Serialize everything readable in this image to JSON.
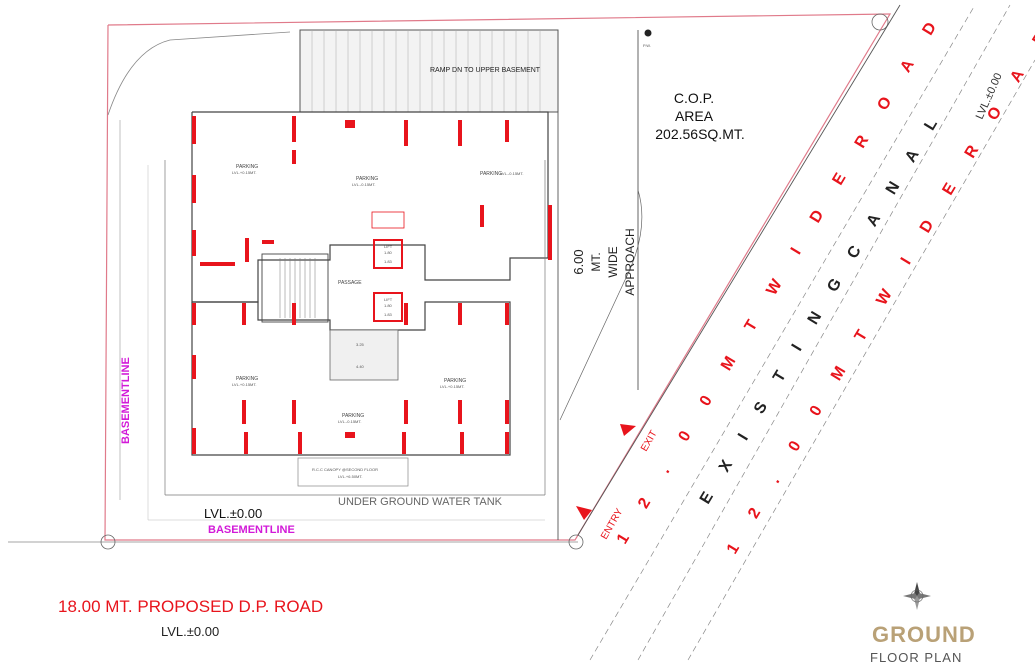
{
  "plan_labels": {
    "ramp": "RAMP DN TO UPPER BASEMENT",
    "cop_line1": "C.O.P.",
    "cop_line2": "AREA",
    "cop_line3": "202.56SQ.MT.",
    "pw": "P.W.",
    "lvl_top_right": "LVL.±0.00",
    "approach_width": "6.00",
    "approach_unit": "MT.",
    "approach_wide": "WIDE",
    "approach_word": "APPROACH",
    "road_upper": "1 2 . 0 0   M T   W I D E   R O A D",
    "road_lower": "1 2 . 0 0   M T   W I D E   R O A D",
    "canal": "E X I S T I N G   C A N A L",
    "exit": "EXIT",
    "entry": "ENTRY",
    "basement_line_vertical": "BASEMENTLINE",
    "basement_line_horizontal": "BASEMENTLINE",
    "lvl_bottom_left": "LVL.±0.00",
    "water_tank": "UNDER GROUND WATER TANK",
    "passage": "PASSAGE",
    "lift": "LIFT",
    "lift_size_a": "1.80",
    "lift_size_b": "1.83",
    "lift2_size_a": "1.80",
    "lift2_size_b": "1.83",
    "foyer_size_a": "3.25",
    "foyer_size_b": "4.40",
    "parking": "PARKING",
    "parking_lvl1": "LVL.+0.15MT.",
    "parking_lvl2": "LVL.-0.15MT.",
    "canopy_line1": "R.C.C CANOPY @SECOND FLOOR",
    "canopy_line2": "LVL.+6.50MT."
  },
  "footer": {
    "road_caption": "18.00 MT. PROPOSED  D.P. ROAD",
    "road_lvl": "LVL.±0.00",
    "title": "GROUND",
    "subtitle": "FLOOR PLAN"
  },
  "colors": {
    "wall_red": "#e8141c",
    "boundary_pink": "#e07a8a",
    "basement_magenta": "#d21ad8",
    "title_gold": "#b9a177"
  }
}
